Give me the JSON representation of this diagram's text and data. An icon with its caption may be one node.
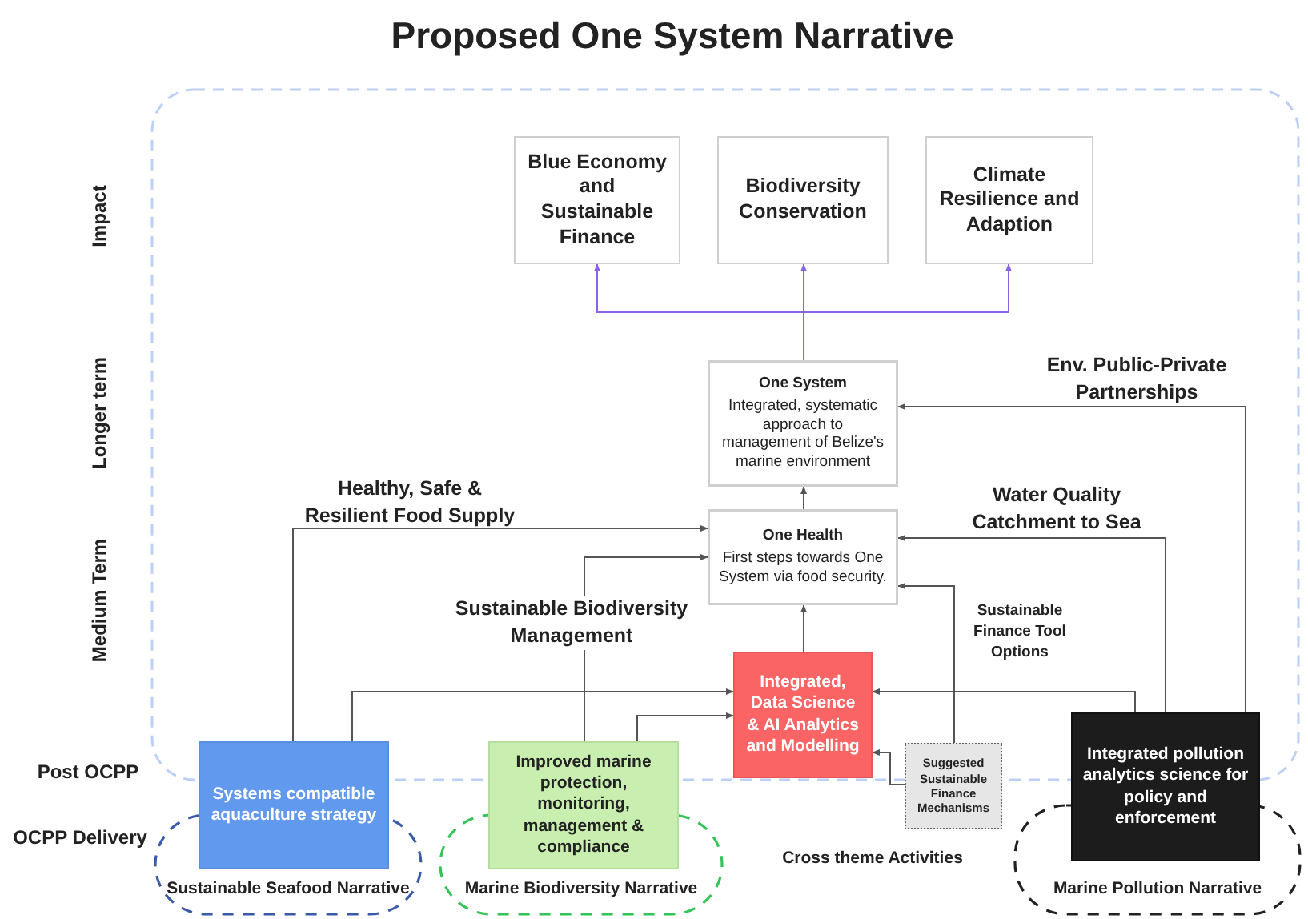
{
  "diagram": {
    "title": "Proposed One System Narrative",
    "nodes": [
      {
        "text": [
          "Blue Economy and Sustainable Finance"
        ]
      },
      {
        "text": [
          "Biodiversity Conservation"
        ]
      },
      {
        "text": [
          "Climate Resilience and Adaption"
        ]
      },
      {
        "text": [
          "One System",
          "Integrated, systematic approach to management of Belize's marine environment"
        ]
      },
      {
        "text": [
          "One Health",
          "First steps towards One System via food security."
        ]
      },
      {
        "text": [
          "Integrated, Data Science & AI Analytics and Modelling"
        ]
      },
      {
        "text": [
          "Systems compatible aquaculture strategy"
        ]
      },
      {
        "text": [
          "Improved marine protection, monitoring, management & compliance"
        ]
      },
      {
        "text": [
          "Suggested Sustainable Finance Mechanisms"
        ]
      },
      {
        "text": [
          "Integrated pollution analytics science for policy and enforcement"
        ]
      },
      {
        "text": [
          "Sustainable Seafood Narrative"
        ]
      },
      {
        "text": [
          "Marine Biodiversity Narrative"
        ]
      },
      {
        "text": [
          "Marine Pollution Narrative"
        ]
      }
    ],
    "edges": [
      {
        "from": 3,
        "to": 0,
        "arrow": "to",
        "color": "#8a63e6"
      },
      {
        "from": 3,
        "to": 1,
        "arrow": "to",
        "color": "#8a63e6"
      },
      {
        "from": 3,
        "to": 2,
        "arrow": "to",
        "color": "#8a63e6"
      },
      {
        "from": 4,
        "to": 3,
        "arrow": "to"
      },
      {
        "from": 5,
        "to": 4,
        "arrow": "to"
      },
      {
        "from": 6,
        "to": 4,
        "arrow": "to",
        "label": "Healthy, Safe & Resilient Food Supply"
      },
      {
        "from": 7,
        "to": 4,
        "arrow": "to",
        "label": "Sustainable Biodiversity Management"
      },
      {
        "from": 6,
        "to": 5,
        "arrow": "to"
      },
      {
        "from": 7,
        "to": 5,
        "arrow": "to"
      },
      {
        "from": 9,
        "to": 5,
        "arrow": "to"
      },
      {
        "from": 9,
        "to": 4,
        "arrow": "to",
        "label": "Water Quality Catchment to Sea"
      },
      {
        "from": 9,
        "to": 3,
        "arrow": "to",
        "label": "Env. Public-Private Partnerships"
      },
      {
        "from": 8,
        "to": 4,
        "arrow": "to",
        "label": "Sustainable Finance Tool Options"
      },
      {
        "from": 8,
        "to": 5,
        "arrow": "to"
      }
    ],
    "labels": [
      "Impact",
      "Longer term",
      "Medium Term",
      "Post OCPP",
      "OCPP Delivery",
      "Cross theme Activities"
    ]
  }
}
